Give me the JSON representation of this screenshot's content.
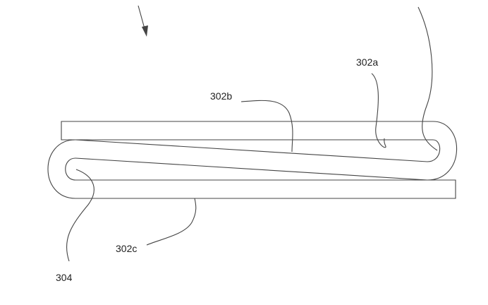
{
  "labels": {
    "label_302a": "302a",
    "label_302b": "302b",
    "label_302c": "302c",
    "label_304": "304"
  }
}
